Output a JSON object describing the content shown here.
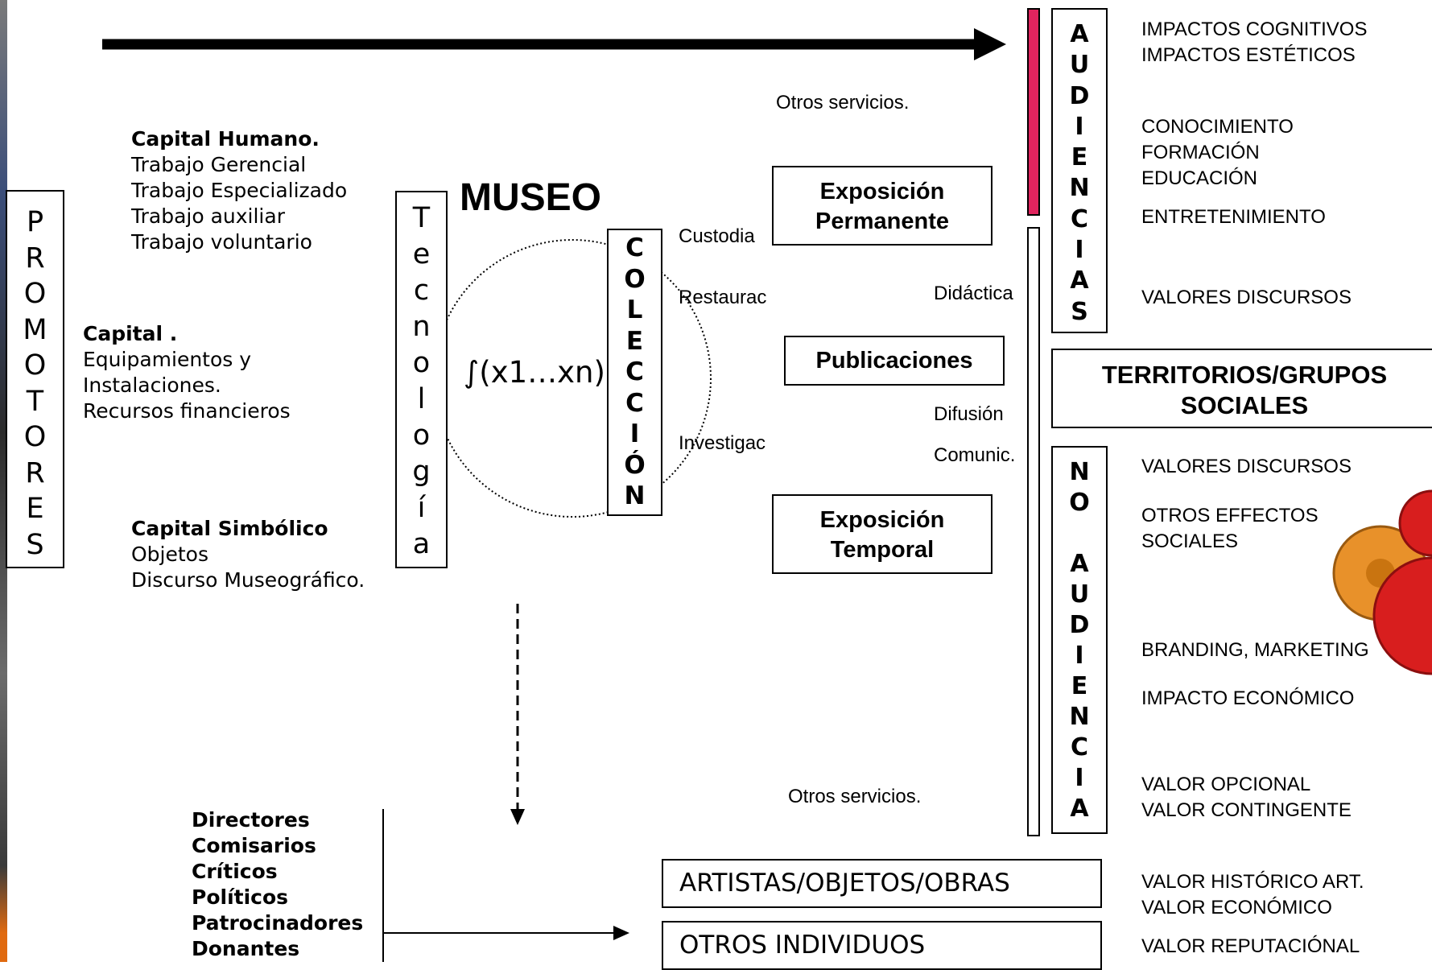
{
  "promotores": {
    "letters": [
      "P",
      "R",
      "O",
      "M",
      "O",
      "T",
      "O",
      "R",
      "E",
      "S"
    ]
  },
  "capital_humano": {
    "title": "Capital Humano.",
    "lines": [
      "Trabajo Gerencial",
      "Trabajo Especializado",
      "Trabajo auxiliar",
      "Trabajo voluntario"
    ]
  },
  "capital": {
    "title": "Capital .",
    "lines": [
      "Equipamientos y",
      "Instalaciones.",
      "Recursos financieros"
    ]
  },
  "capital_simbolico": {
    "title": "Capital Simbólico",
    "lines": [
      "Objetos",
      "Discurso Museográfico."
    ]
  },
  "museo": {
    "title": "MUSEO",
    "tecnologia_letters": [
      "T",
      "e",
      "c",
      "n",
      "o",
      "l",
      "o",
      "g",
      "í",
      "a"
    ],
    "function_label": "∫(x1…xn)",
    "coleccion_letters": [
      "C",
      "O",
      "L",
      "E",
      "C",
      "C",
      "I",
      "Ó",
      "N"
    ]
  },
  "processes": {
    "custodia": "Custodia",
    "restauracion": "Restaurac",
    "investigacion": "Investigac",
    "otros_servicios_top": "Otros servicios.",
    "otros_servicios_bottom": "Otros servicios.",
    "didactica": "Didáctica",
    "difusion": "Difusión",
    "comunicacion": "Comunic."
  },
  "outputs": {
    "exposicion_permanente": [
      "Exposición",
      "Permanente"
    ],
    "publicaciones": "Publicaciones",
    "exposicion_temporal": [
      "Exposición",
      "Temporal"
    ]
  },
  "audiencias": {
    "letters": [
      "A",
      "U",
      "D",
      "I",
      "E",
      "N",
      "C",
      "I",
      "A",
      "S"
    ]
  },
  "no_audiencia": {
    "letters": [
      "N",
      "O",
      "",
      "A",
      "U",
      "D",
      "I",
      "E",
      "N",
      "C",
      "I",
      "A"
    ]
  },
  "territorios": {
    "lines": [
      "TERRITORIOS/GRUPOS",
      "SOCIALES"
    ]
  },
  "impacts": {
    "g1": [
      "IMPACTOS COGNITIVOS",
      "IMPACTOS ESTÉTICOS"
    ],
    "g2": [
      "CONOCIMIENTO",
      "FORMACIÓN",
      "EDUCACIÓN"
    ],
    "g3": "ENTRETENIMIENTO",
    "g4": "VALORES DISCURSOS",
    "g5": "VALORES DISCURSOS",
    "g6": [
      "OTROS EFFECTOS",
      "SOCIALES"
    ],
    "g7": "BRANDING, MARKETING",
    "g8": "IMPACTO ECONÓMICO",
    "g9": [
      "VALOR OPCIONAL",
      "VALOR CONTINGENTE"
    ],
    "g10": [
      "VALOR HISTÓRICO ART.",
      "VALOR ECONÓMICO"
    ],
    "g11": "VALOR REPUTACIÓNAL"
  },
  "agents": {
    "lines": [
      "Directores",
      "Comisarios",
      "Críticos",
      "Políticos",
      "Patrocinadores",
      "Donantes"
    ]
  },
  "bottom_boxes": {
    "artistas": "ARTISTAS/OBJETOS/OBRAS",
    "otros_individuos": "OTROS INDIVIDUOS"
  },
  "colors": {
    "audiencia_bar": "#e0245e",
    "gear_orange": "#e8912a",
    "gear_red": "#d81e1e"
  }
}
